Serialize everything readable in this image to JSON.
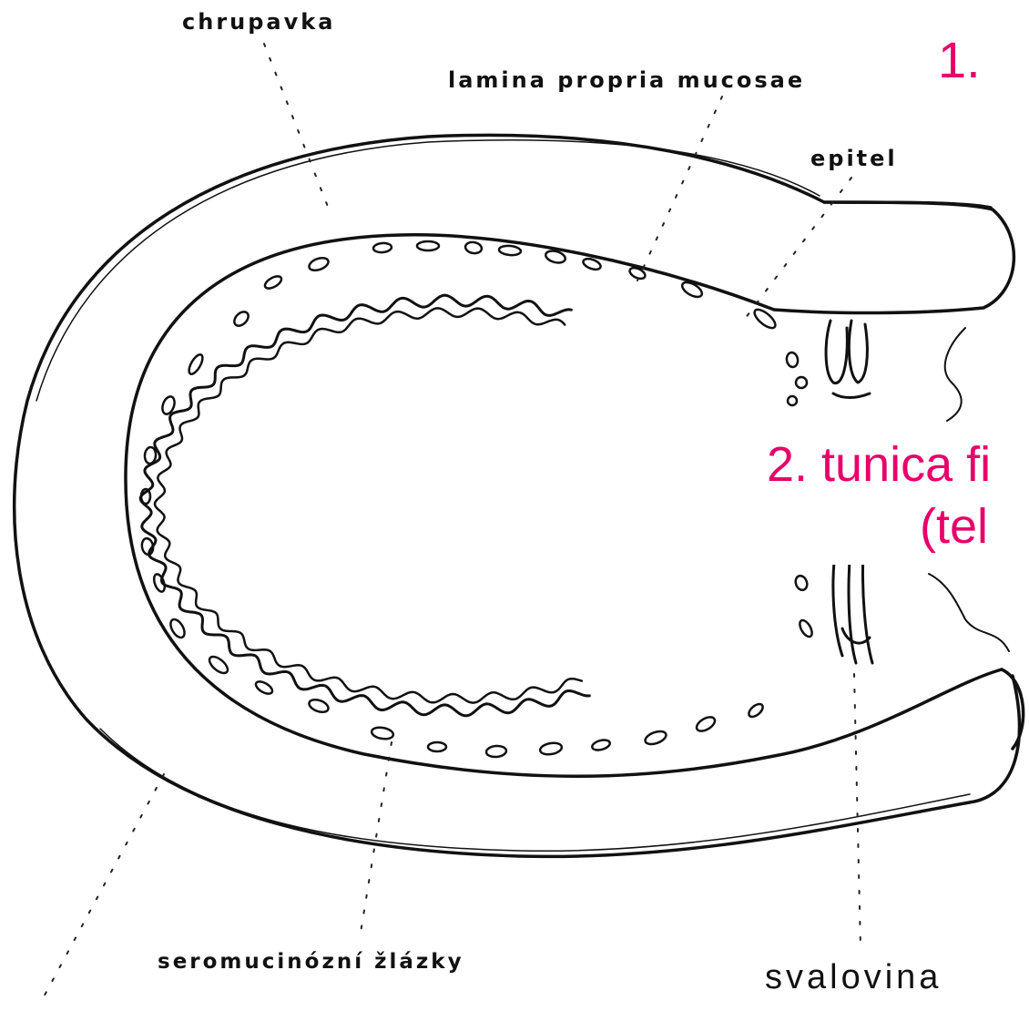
{
  "labels": {
    "cartilage": "chrupavka",
    "lamina": "lamina propria mucosae",
    "epithelium": "epitel",
    "glands": "seromucinózní žlázky",
    "muscle": "svalovina"
  },
  "overlay": {
    "item1": "1.",
    "item2_line1": "2. tunica fi",
    "item2_line2": "(tel"
  },
  "colors": {
    "ink": "#111111",
    "overlay_text": "#e8006a",
    "background": "#ffffff"
  }
}
